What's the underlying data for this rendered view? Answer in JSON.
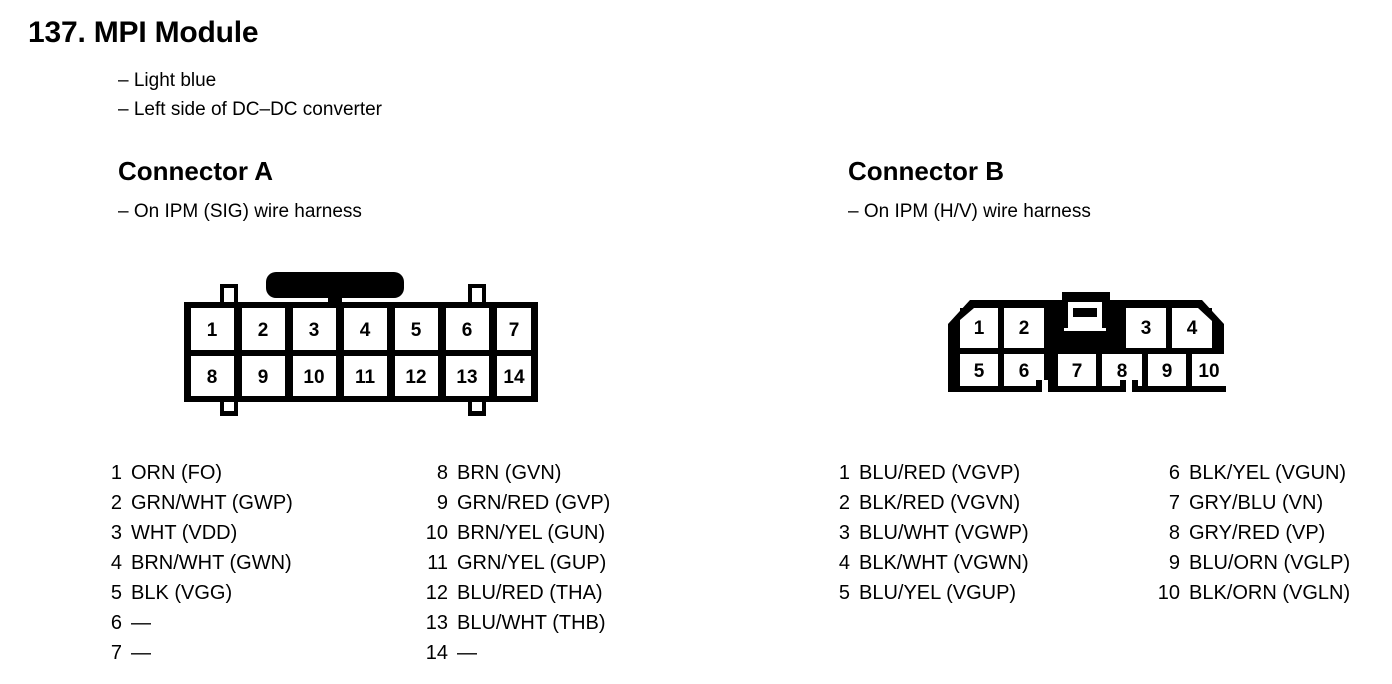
{
  "document": {
    "section_number": "137.",
    "title": "137. MPI Module",
    "module_notes": [
      "– Light blue",
      "– Left side of DC–DC converter"
    ]
  },
  "connector_a": {
    "heading": "Connector A",
    "subnote": "– On IPM (SIG) wire harness",
    "pin_count": 14,
    "layout": {
      "top_row": [
        "1",
        "2",
        "3",
        "4",
        "5",
        "6",
        "7"
      ],
      "bottom_row": [
        "8",
        "9",
        "10",
        "11",
        "12",
        "13",
        "14"
      ]
    },
    "pins_left": [
      {
        "no": "1",
        "label": "ORN (FO)"
      },
      {
        "no": "2",
        "label": "GRN/WHT (GWP)"
      },
      {
        "no": "3",
        "label": "WHT (VDD)"
      },
      {
        "no": "4",
        "label": "BRN/WHT (GWN)"
      },
      {
        "no": "5",
        "label": "BLK (VGG)"
      },
      {
        "no": "6",
        "label": "—"
      },
      {
        "no": "7",
        "label": "—"
      }
    ],
    "pins_right": [
      {
        "no": "8",
        "label": "BRN (GVN)"
      },
      {
        "no": "9",
        "label": "GRN/RED (GVP)"
      },
      {
        "no": "10",
        "label": "BRN/YEL (GUN)"
      },
      {
        "no": "11",
        "label": "GRN/YEL (GUP)"
      },
      {
        "no": "12",
        "label": "BLU/RED (THA)"
      },
      {
        "no": "13",
        "label": "BLU/WHT (THB)"
      },
      {
        "no": "14",
        "label": "—"
      }
    ]
  },
  "connector_b": {
    "heading": "Connector B",
    "subnote": "– On IPM (H/V) wire harness",
    "pin_count": 10,
    "layout": {
      "top_row": [
        "1",
        "2",
        "3",
        "4"
      ],
      "bottom_row": [
        "5",
        "6",
        "7",
        "8",
        "9",
        "10"
      ]
    },
    "pins_left": [
      {
        "no": "1",
        "label": "BLU/RED (VGVP)"
      },
      {
        "no": "2",
        "label": "BLK/RED (VGVN)"
      },
      {
        "no": "3",
        "label": "BLU/WHT (VGWP)"
      },
      {
        "no": "4",
        "label": "BLK/WHT (VGWN)"
      },
      {
        "no": "5",
        "label": "BLU/YEL (VGUP)"
      }
    ],
    "pins_right": [
      {
        "no": "6",
        "label": "BLK/YEL (VGUN)"
      },
      {
        "no": "7",
        "label": "GRY/BLU (VN)"
      },
      {
        "no": "8",
        "label": "GRY/RED (VP)"
      },
      {
        "no": "9",
        "label": "BLU/ORN (VGLP)"
      },
      {
        "no": "10",
        "label": "BLK/ORN (VGLN)"
      }
    ]
  },
  "colors": {
    "ink": "#000000",
    "paper": "#ffffff"
  }
}
